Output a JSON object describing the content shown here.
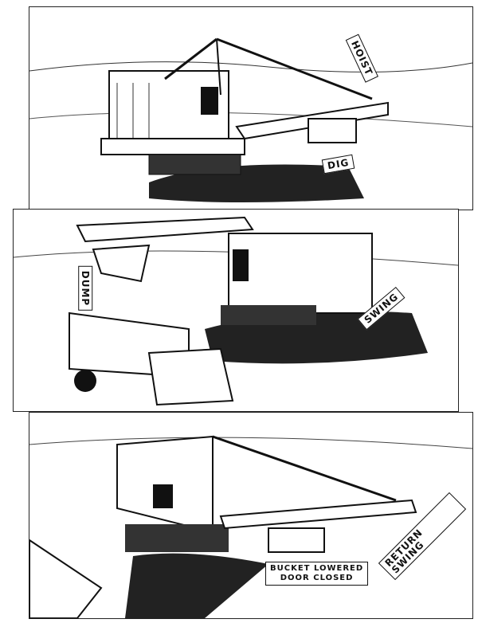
{
  "panels": [
    {
      "labels": {
        "hoist": "HOIST",
        "dig": "DIG"
      }
    },
    {
      "labels": {
        "dump": "DUMP",
        "swing": "SWING"
      }
    },
    {
      "labels": {
        "bucket_line1": "BUCKET LOWERED",
        "bucket_line2": "DOOR CLOSED",
        "return_swing": "RETURN SWING"
      }
    }
  ],
  "colors": {
    "ink": "#111111",
    "paper": "#ffffff"
  }
}
